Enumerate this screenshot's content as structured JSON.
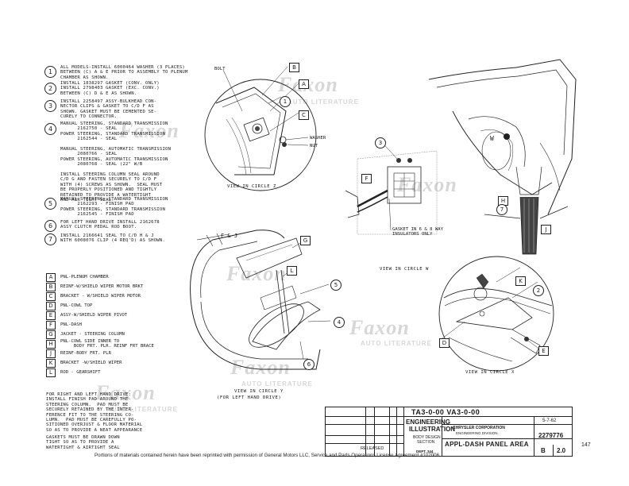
{
  "notes": [
    {
      "num": "1",
      "text": "ALL MODELS-INSTALL 6000464 WASHER (3 PLACES)\nBETWEEN (C) A & E PRIOR TO ASSEMBLY TO PLENUM\nCHAMBER AS SHOWN."
    },
    {
      "num": "2",
      "text": "INSTALL 1838297 GASKET (CONV. ONLY)\nINSTALL 2798403 GASKET (EXC. CONV.)\nBETWEEN (C) D & E AS SHOWN."
    },
    {
      "num": "3",
      "text": "INSTALL 2258497 ASSY-BULKHEAD CON-\nNECTOR CLIPS & GASKET TO C/D F AS\nSHOWN. GASKET MUST BE CEMENTED SE-\nCURELY TO CONNECTOR."
    },
    {
      "num": "4",
      "text": "MANUAL STEERING, STANDARD TRANSMISSION\n      2162750 - SEAL\nPOWER STEERING, STANDARD TRANSMISSION\n      2162544 - SEAL\n\nMANUAL STEERING, AUTOMATIC TRANSMISSION\n      2080766 - SEAL\nPOWER STEERING, AUTOMATIC TRANSMISSION\n      2080768 - SEAL (22\" W/B\n\nINSTALL STEERING COLUMN SEAL AROUND\nC/D G AND FASTEN SECURELY TO C/D F\nWITH (4) SCREWS AS SHOWN.  SEAL MUST\nBE PROPERLY POSITIONED AND TIGHTLY\nRETAINED TO PROVIDE A WATERTIGHT\nAND AIR TIGHT SEAL."
    },
    {
      "num": "5",
      "text": "MANUAL STEERING, STANDARD TRANSMISSION\n      2162293 - FINISH PAD\nPOWER STEERING, STANDARD TRANSMISSION\n      2162545 - FINISH PAD"
    },
    {
      "num": "6",
      "text": "FOR LEFT HAND DRIVE INSTALL 2162678\nASSY CLUTCH PEDAL ROD BOOT."
    },
    {
      "num": "7",
      "text": "INSTALL 2166641 SEAL TO C/D H & J\nWITH 6008076 CLIP (4 REQ'D) AS SHOWN."
    }
  ],
  "legend": [
    {
      "key": "A",
      "text": "PNL-PLENUM CHAMBER"
    },
    {
      "key": "B",
      "text": "REINF-W/SHIELD WIPER MOTOR BRKT"
    },
    {
      "key": "C",
      "text": "BRACKET - W/SHIELD WIPER MOTOR"
    },
    {
      "key": "D",
      "text": "PNL-COWL TOP"
    },
    {
      "key": "E",
      "text": "ASSY-W/SHIELD WIPER PIVOT"
    },
    {
      "key": "F",
      "text": "PNL-DASH"
    },
    {
      "key": "G",
      "text": "JACKET - STEERING COLUMN"
    },
    {
      "key": "H",
      "text": "PNL-COWL SIDE INNER TO\n     BODY FRT. PLR. REINF FRT BRACE"
    },
    {
      "key": "J",
      "text": "REINF-BODY FRT. PLR"
    },
    {
      "key": "K",
      "text": "BRACKET -W/SHIELD WIPER"
    },
    {
      "key": "L",
      "text": "ROD - GEARSHIFT"
    }
  ],
  "drive_note": "FOR RIGHT AND LEFT HAND DRIVE:\nINSTALL FINISH PAD AROUND THE\nSTEERING COLUMN.  PAD MUST BE\nSECURELY RETAINED BY THE INTER-\nFERENCE FIT TO THE STEERING CO-\nLUMN.  PAD MUST BE CAREFULLY PO-\nSITIONED OVERJUST & FLOOR MATERIAL\nSO AS TO PROVIDE A NEAT APPEARANCE",
  "gasket_note": "GASKETS MUST BE DRAWN DOWN\nTIGHT SO AS TO PROVIDE A\nWATERTIGHT & AIRTIGHT SEAL",
  "views": {
    "z": "VIEW IN CIRCLE Z",
    "w": "VIEW IN CIRCLE W",
    "y": "VIEW IN CIRCLE Y",
    "y_sub": "(FOR LEFT HAND DRIVE)",
    "x": "VIEW IN CIRCLE X"
  },
  "labels": {
    "bolt": "BOLT",
    "washer": "WASHER",
    "nut": "NUT",
    "gasket": "GASKET IN 6 & 8 WAY\nINSULATORS ONLY"
  },
  "title_block": {
    "numbers": "TA3-0-00   VA3-0-00",
    "eng1": "ENGINEERING",
    "eng2": "ILLUSTRATION",
    "body1": "BODY DESIGN",
    "body2": "SECTION",
    "company": "CHRYSLER CORPORATION",
    "division": "ENGINEERING DIVISION",
    "title": "APPL-DASH PANEL AREA",
    "dept": "DEPT. 344",
    "released": "RELEASED",
    "date": "5-7-62",
    "drawing_no": "2279776",
    "section": "B",
    "page": "2.0",
    "sheet": "147"
  },
  "footer": "Portions of materials contained herein have been reprinted with permission of General Motors LLC, Service and Parts Operations License Agreement #102006",
  "watermark": {
    "brand": "Faxon",
    "sub": "AUTO LITERATURE"
  }
}
